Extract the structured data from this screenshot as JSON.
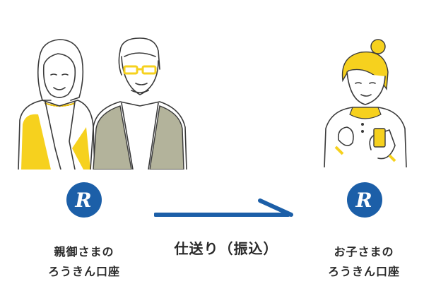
{
  "colors": {
    "brand_blue": "#1c5fa8",
    "accent_yellow": "#f6d11e",
    "jacket_olive": "#b3b39b",
    "line_dark": "#3a3a3a"
  },
  "sender": {
    "label_line1": "親御さまの",
    "label_line2": "ろうきん口座",
    "logo_icon": "rokin-r-logo-icon"
  },
  "transfer": {
    "label": "仕送り（振込）",
    "arrow_icon": "arrow-right-icon"
  },
  "recipient": {
    "label_line1": "お子さまの",
    "label_line2": "ろうきん口座",
    "logo_icon": "rokin-r-logo-icon"
  }
}
